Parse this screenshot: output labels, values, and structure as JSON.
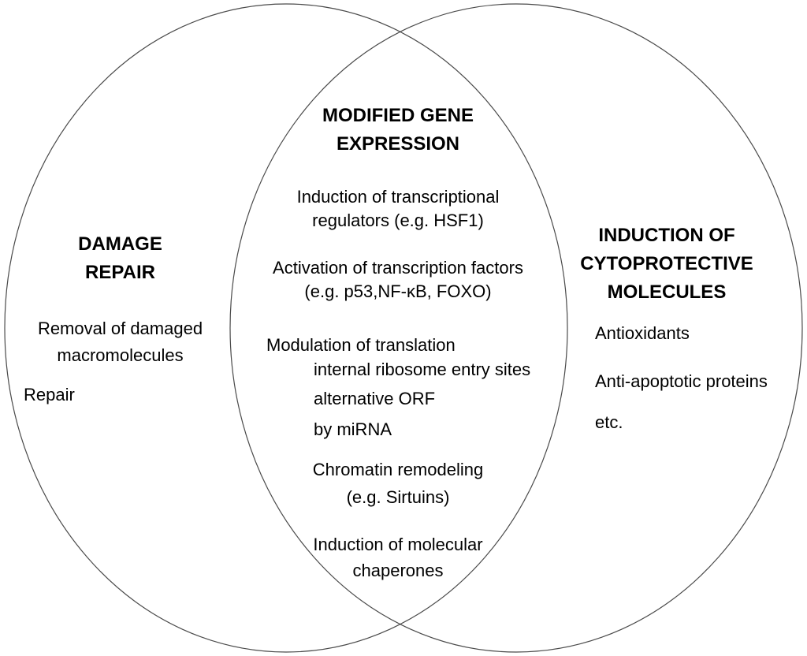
{
  "diagram": {
    "background_color": "#ffffff",
    "ellipse_stroke_color": "#4a4a4a",
    "text_color": "#000000",
    "left_set": {
      "title": [
        "DAMAGE",
        "REPAIR"
      ],
      "items": [
        {
          "lines": [
            "Removal of damaged",
            "macromolecules"
          ]
        },
        {
          "lines": [
            "Repair"
          ]
        }
      ]
    },
    "overlap_set": {
      "title": [
        "MODIFIED GENE",
        "EXPRESSION"
      ],
      "items": [
        {
          "lines": [
            "Induction of transcriptional",
            "regulators (e.g. HSF1)"
          ]
        },
        {
          "lines": [
            "Activation of transcription factors",
            "(e.g. p53,NF-κB, FOXO)"
          ]
        },
        {
          "lines": [
            "Modulation of translation",
            "internal ribosome entry sites",
            "alternative ORF",
            "by miRNA"
          ]
        },
        {
          "lines": [
            "Chromatin remodeling",
            "(e.g. Sirtuins)"
          ]
        },
        {
          "lines": [
            "Induction of molecular",
            "chaperones"
          ]
        }
      ]
    },
    "right_set": {
      "title": [
        "INDUCTION OF",
        "CYTOPROTECTIVE",
        "MOLECULES"
      ],
      "items": [
        {
          "lines": [
            "Antioxidants"
          ]
        },
        {
          "lines": [
            "Anti-apoptotic proteins"
          ]
        },
        {
          "lines": [
            "etc."
          ]
        }
      ]
    }
  }
}
